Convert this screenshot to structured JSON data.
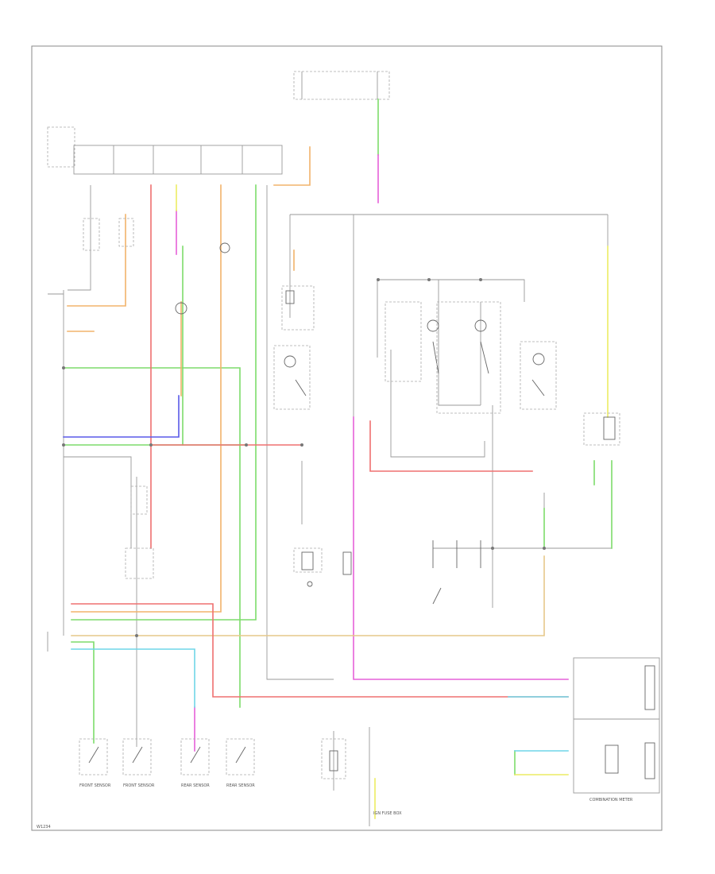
{
  "diagram": {
    "corner_code": "W1234",
    "bottom_labels": [
      {
        "id": "lf-sensor",
        "text": "FRONT SENSOR"
      },
      {
        "id": "rf-sensor",
        "text": "FRONT SENSOR"
      },
      {
        "id": "lr-sensor",
        "text": "REAR SENSOR"
      },
      {
        "id": "rr-sensor",
        "text": "REAR SENSOR"
      },
      {
        "id": "fuse-box",
        "text": "IGN FUSE BOX"
      },
      {
        "id": "combination-meter",
        "text": "COMBINATION METER"
      }
    ]
  },
  "colors": {
    "green": "#7ddc6b",
    "magenta": "#e661d8",
    "yellow": "#ecec63",
    "orange": "#f2b36b",
    "red": "#ef7070",
    "blue": "#5a5ae8",
    "cyan": "#6fd6e8",
    "tan": "#e6c88a",
    "gray": "#9a9a9a"
  }
}
